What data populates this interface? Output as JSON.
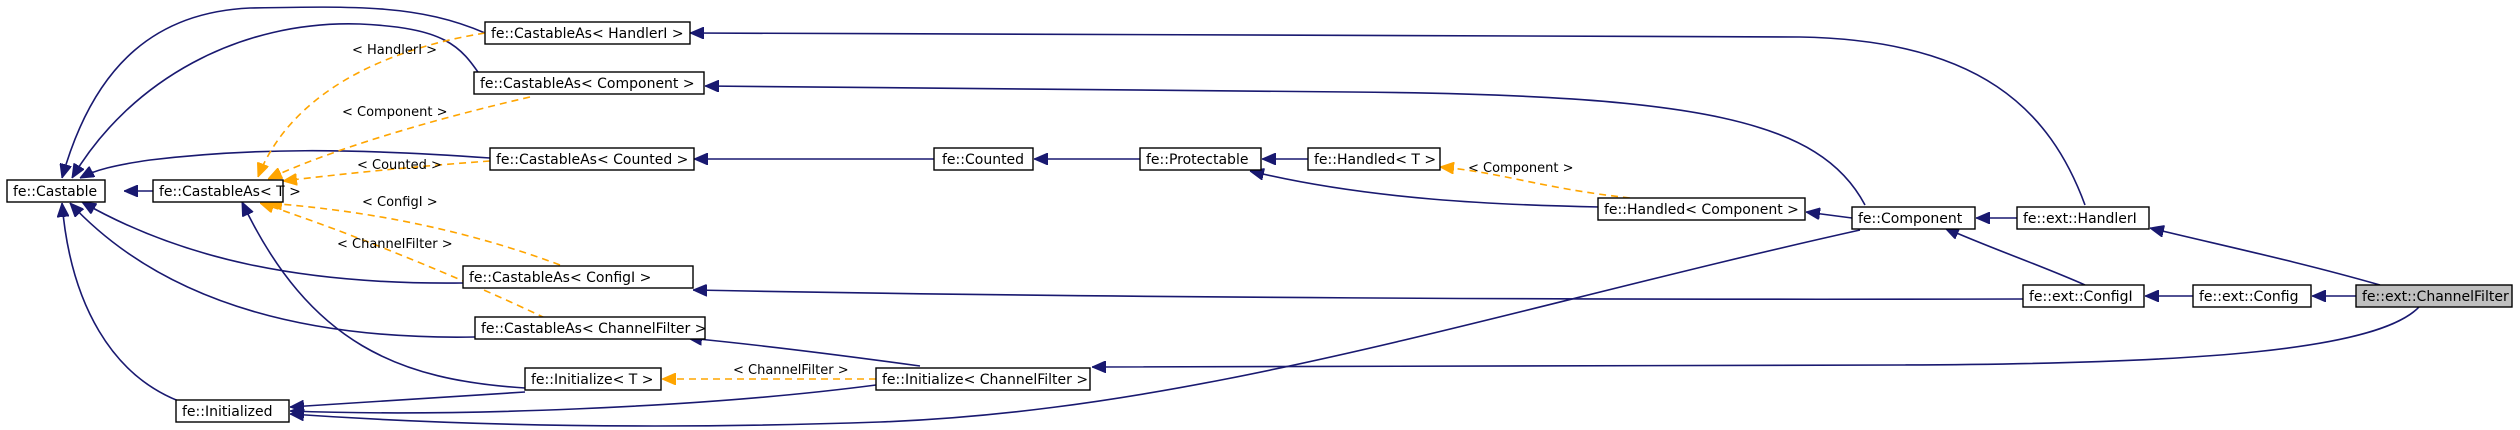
{
  "colors": {
    "inheritance_edge": "#191970",
    "template_edge": "#ffa500",
    "highlight_fill": "#bfbfbf",
    "background": "#ffffff"
  },
  "nodes": {
    "castable": "fe::Castable",
    "castable_as_t": "fe::CastableAs< T >",
    "castable_as_handler_i": "fe::CastableAs< HandlerI >",
    "castable_as_component": "fe::CastableAs< Component >",
    "castable_as_counted": "fe::CastableAs< Counted >",
    "castable_as_config_i": "fe::CastableAs< ConfigI >",
    "castable_as_channel_filter": "fe::CastableAs< ChannelFilter >",
    "initialized": "fe::Initialized",
    "initialize_t": "fe::Initialize< T >",
    "initialize_channel_filter": "fe::Initialize< ChannelFilter >",
    "counted": "fe::Counted",
    "protectable": "fe::Protectable",
    "handled_t": "fe::Handled< T >",
    "handled_component": "fe::Handled< Component >",
    "component": "fe::Component",
    "handler_i": "fe::ext::HandlerI",
    "config_i": "fe::ext::ConfigI",
    "config": "fe::ext::Config",
    "channel_filter": "fe::ext::ChannelFilter"
  },
  "edge_labels": {
    "handler_i": "< HandlerI >",
    "component": "< Component >",
    "counted": "< Counted >",
    "config_i": "< ConfigI >",
    "channel_filter": "< ChannelFilter >",
    "handled_component": "< Component >",
    "initialize_channel_filter": "< ChannelFilter >"
  }
}
